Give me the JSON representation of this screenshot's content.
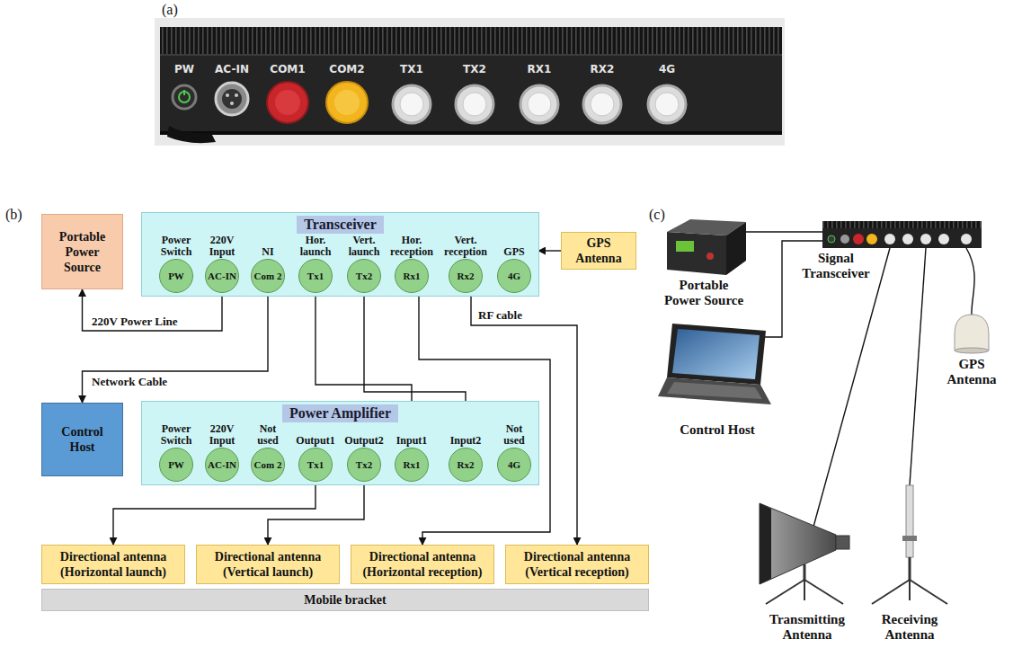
{
  "diagram": {
    "nodes": [
      {
        "text": [
          "Portable Power Source"
        ]
      },
      {
        "text": [
          "Transceiver"
        ]
      },
      {
        "text": [
          "Power Switch",
          "PW"
        ],
        "in": 1
      },
      {
        "text": [
          "220V Input",
          "AC-IN"
        ],
        "in": 1
      },
      {
        "text": [
          "NI",
          "Com 2"
        ],
        "in": 1
      },
      {
        "text": [
          "Hor. launch",
          "Tx1"
        ],
        "in": 1
      },
      {
        "text": [
          "Vert. launch",
          "Tx2"
        ],
        "in": 1
      },
      {
        "text": [
          "Hor. reception",
          "Rx1"
        ],
        "in": 1
      },
      {
        "text": [
          "Vert. reception",
          "Rx2"
        ],
        "in": 1
      },
      {
        "text": [
          "GPS",
          "4G"
        ],
        "in": 1
      },
      {
        "text": [
          "GPS Antenna"
        ]
      },
      {
        "text": [
          "Control Host"
        ]
      },
      {
        "text": [
          "Power Amplifier"
        ]
      },
      {
        "text": [
          "Power Switch",
          "PW"
        ],
        "in": 12
      },
      {
        "text": [
          "220V Input",
          "AC-IN"
        ],
        "in": 12
      },
      {
        "text": [
          "Not used",
          "Com 2"
        ],
        "in": 12
      },
      {
        "text": [
          "Output1",
          "Tx1"
        ],
        "in": 12
      },
      {
        "text": [
          "Output2",
          "Tx2"
        ],
        "in": 12
      },
      {
        "text": [
          "Input1",
          "Rx1"
        ],
        "in": 12
      },
      {
        "text": [
          "Input2",
          "Rx2"
        ],
        "in": 12
      },
      {
        "text": [
          "Not used",
          "4G"
        ],
        "in": 12
      },
      {
        "text": [
          "Directional antenna (Horizontal launch)"
        ]
      },
      {
        "text": [
          "Directional antenna (Vertical launch)"
        ]
      },
      {
        "text": [
          "Directional antenna (Horizontal reception)"
        ]
      },
      {
        "text": [
          "Directional antenna (Vertical reception)"
        ]
      },
      {
        "text": [
          "Mobile bracket"
        ]
      }
    ],
    "edges": [
      {
        "from": 3,
        "to": 0,
        "arrow": "to",
        "label": "220V Power Line"
      },
      {
        "from": 4,
        "to": 11,
        "arrow": "to",
        "label": "Network Cable"
      },
      {
        "from": 10,
        "to": 9,
        "arrow": "to"
      },
      {
        "from": 5,
        "to": 18,
        "arrow": "none"
      },
      {
        "from": 6,
        "to": 19,
        "arrow": "none"
      },
      {
        "from": 7,
        "to": 23,
        "arrow": "to"
      },
      {
        "from": 8,
        "to": 24,
        "arrow": "to",
        "label": "RF cable"
      },
      {
        "from": 16,
        "to": 21,
        "arrow": "to"
      },
      {
        "from": 17,
        "to": 22,
        "arrow": "to"
      }
    ],
    "labels": [
      "(a)",
      "PW",
      "AC-IN",
      "COM1",
      "COM2",
      "TX1",
      "TX2",
      "RX1",
      "RX2",
      "4G",
      "(b)",
      "(c)",
      "Portable Power Source",
      "Signal Transceiver",
      "Control Host",
      "GPS Antenna",
      "Transmitting Antenna",
      "Receiving Antenna"
    ]
  }
}
